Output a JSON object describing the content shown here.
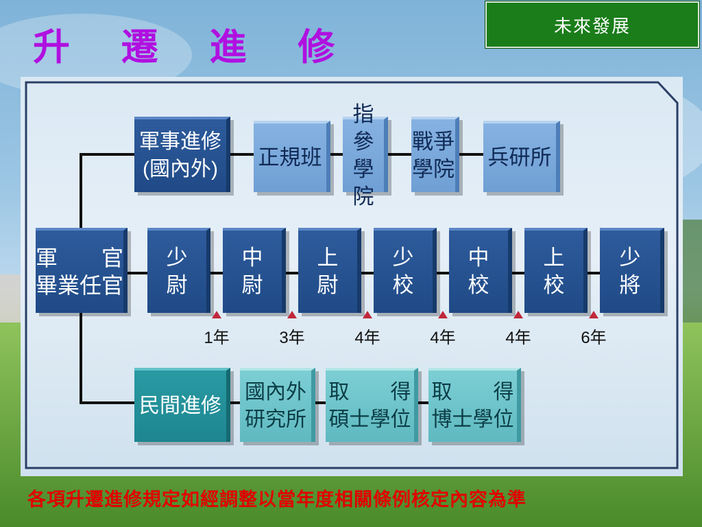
{
  "title": "升 遷 進 修",
  "tag": "未來發展",
  "root": {
    "line1": "軍　　官",
    "line2": "畢業任官"
  },
  "military_study": {
    "line1": "軍事進修",
    "line2": "(國內外)"
  },
  "military_path": [
    {
      "line1": "正規班",
      "line2": ""
    },
    {
      "line1": "指參",
      "line2": "學院"
    },
    {
      "line1": "戰爭",
      "line2": "學院"
    },
    {
      "line1": "兵研所",
      "line2": ""
    }
  ],
  "ranks": [
    "少 尉",
    "中 尉",
    "上 尉",
    "少 校",
    "中 校",
    "上 校",
    "少 將"
  ],
  "years": [
    "1年",
    "3年",
    "4年",
    "4年",
    "4年",
    "6年"
  ],
  "civil_study": {
    "label": "民間進修"
  },
  "civil_path": [
    {
      "line1": "國內外",
      "line2": "研究所"
    },
    {
      "line1": "取　　得",
      "line2": "碩士學位"
    },
    {
      "line1": "取　　得",
      "line2": "博士學位"
    }
  ],
  "footer": "各項升遷進修規定如經調整以當年度相關條例核定內容為準",
  "colors": {
    "title": "#b010e0",
    "tag_bg": "#1a7d1a",
    "footer": "#e00000",
    "dark_box": "#1f4a86",
    "light_box": "#6f9fd4",
    "teal_box": "#1d8690",
    "marker": "#c0283a"
  }
}
